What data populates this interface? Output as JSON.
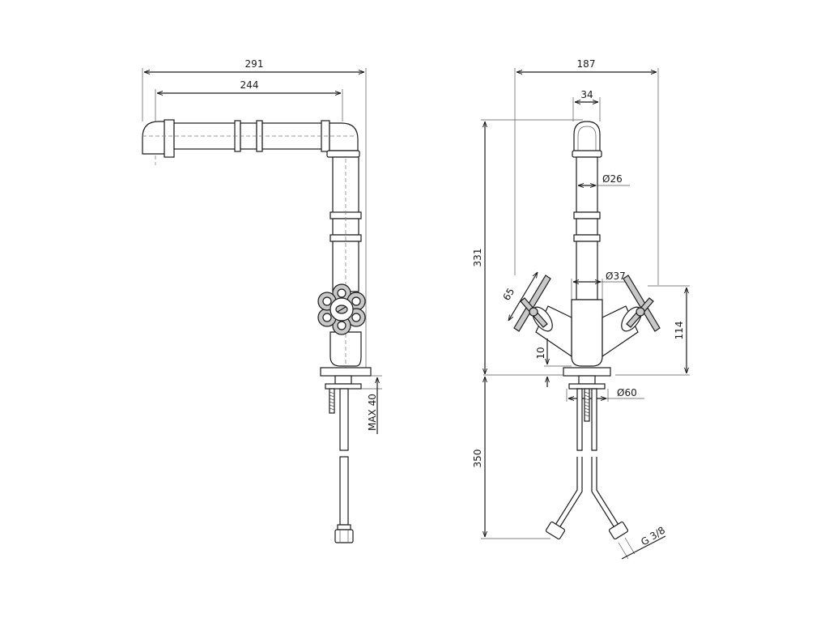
{
  "dimensions": {
    "side_total_width": "291",
    "side_spout_length": "244",
    "side_max_thickness": "MAX 40",
    "front_total_width": "187",
    "front_spout_width": "34",
    "front_spout_diameter": "Ø26",
    "front_body_diameter": "Ø37",
    "front_handle_length": "65",
    "front_height": "331",
    "front_handle_height": "114",
    "front_base_offset": "10",
    "front_base_diameter": "Ø60",
    "front_hose_length": "350",
    "front_thread": "G 3/8"
  }
}
